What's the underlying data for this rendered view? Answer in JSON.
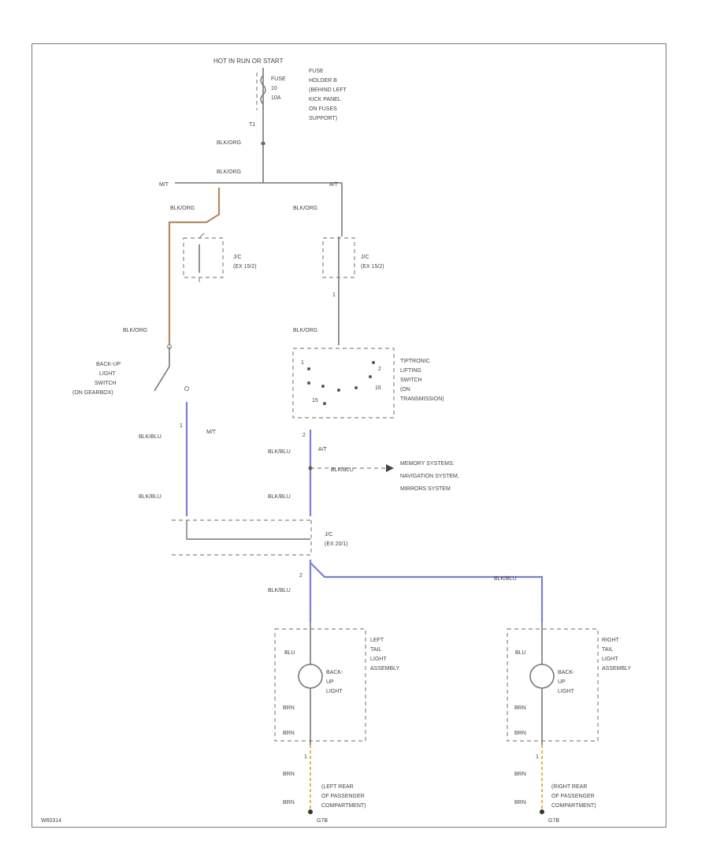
{
  "top": {
    "hot_label": "HOT IN RUN OR START",
    "fuse": [
      "FUSE",
      "10",
      "10A"
    ],
    "fuse_desc": [
      "FUSE",
      "HOLDER B",
      "(BEHIND LEFT",
      "KICK PANEL",
      "ON FUSES",
      "SUPPORT)"
    ],
    "pin": "T1",
    "wire1": "BLK/ORG",
    "wire2": "BLK/ORG"
  },
  "branches": {
    "mt": "M/T",
    "at": "A/T"
  },
  "left": {
    "wire_top": "BLK/ORG",
    "jc": [
      "J/C",
      "(EX 15/2)"
    ],
    "wire_mid": "BLK/ORG",
    "switch": [
      "BACK-UP",
      "LIGHT",
      "SWITCH",
      "(ON GEARBOX)"
    ],
    "wire_bottom1": "BLK/BLU",
    "mt": "M/T",
    "wire_bottom2": "BLK/BLU",
    "pin1": "1"
  },
  "right": {
    "wire_top": "BLK/ORG",
    "jc": [
      "J/C",
      "(EX 15/2)"
    ],
    "pin1": "1",
    "wire_mid": "BLK/ORG",
    "switch": [
      "TIPTRONIC",
      "LIFTING",
      "SWITCH",
      "(ON",
      "TRANSMISSION)"
    ],
    "pin_x": [
      "1",
      "2",
      "15",
      "16"
    ],
    "wire_bottom1": "BLK/BLU",
    "at": "A/T",
    "pin2": "2"
  },
  "arrow": {
    "wire": "BLK/BLU",
    "dest": [
      "MEMORY SYSTEMS:",
      "NAVIGATION SYSTEM,",
      "MIRRORS SYSTEM"
    ]
  },
  "junction": {
    "wire": "BLK/BLU",
    "jc": [
      "J/C",
      "(EX 20/1)"
    ],
    "pin": "2",
    "wire_after": "BLK/BLU",
    "wire_right": "BLK/BLU"
  },
  "lamp_left": {
    "box": [
      "LEFT",
      "TAIL",
      "LIGHT",
      "ASSEMBLY"
    ],
    "bulb": [
      "BACK-",
      "UP",
      "LIGHT"
    ],
    "w_top": "BLU",
    "w_bot": "BRN",
    "w_out": "BRN",
    "pin_out": "1",
    "ground_wire1": "BRN",
    "ground_wire2": "BRN",
    "ground": [
      "(LEFT REAR",
      "OF PASSENGER",
      "COMPARTMENT)"
    ],
    "ground_id": "G7B"
  },
  "lamp_right": {
    "box": [
      "RIGHT",
      "TAIL",
      "LIGHT",
      "ASSEMBLY"
    ],
    "bulb": [
      "BACK-",
      "UP",
      "LIGHT"
    ],
    "w_top": "BLU",
    "w_bot": "BRN",
    "w_out": "BRN",
    "pin_out": "1",
    "ground_wire1": "BRN",
    "ground_wire2": "BRN",
    "ground": [
      "(RIGHT REAR",
      "OF PASSENGER",
      "COMPARTMENT)"
    ],
    "ground_id": "G7B"
  },
  "footer": {
    "code": "W60314"
  },
  "colors": {
    "wire": "#777777",
    "orange_wire": "#b48a63",
    "blue_wire": "#7b7fd6",
    "yellow_wire": "#e0b94a",
    "frame": "#7a7a7a"
  }
}
